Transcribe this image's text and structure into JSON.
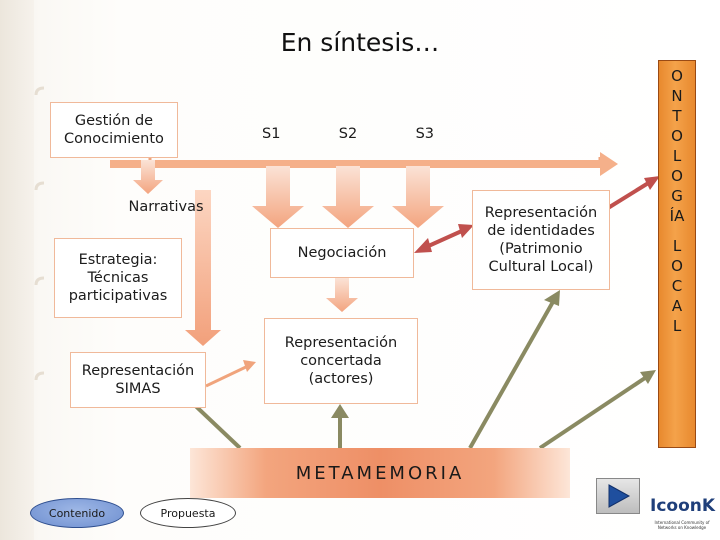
{
  "title": "En síntesis…",
  "nodes": {
    "gestion": "Gestión de\nConocimiento",
    "s1": "S1",
    "s2": "S2",
    "s3": "S3",
    "narrativas": "Narrativas",
    "estrategia": "Estrategia:\nTécnicas\nparticipativas",
    "negociacion": "Negociación",
    "identidades": "Representación\nde identidades\n(Patrimonio\nCultural Local)",
    "simas": "Representación\nSIMAS",
    "concertada": "Representación\nconcertada\n(actores)",
    "metamemoria": "METAMEMORIA"
  },
  "ontologia": {
    "letters": [
      "O",
      "N",
      "T",
      "O",
      "L",
      "O",
      "G",
      "ÍA",
      "",
      "L",
      "O",
      "C",
      "A",
      "L"
    ]
  },
  "buttons": {
    "contenido": "Contenido",
    "propuesta": "Propuesta"
  },
  "logo": {
    "text": "IcoonK",
    "subtitle": "International Community of Networks on Knowledge"
  },
  "colors": {
    "arrow_fill": "#f5b48f",
    "box_border": "#f0b99a",
    "feedback_arrow": "#8a8a62",
    "double_arrow": "#c0504d",
    "ontologia": "#f4a24a"
  }
}
